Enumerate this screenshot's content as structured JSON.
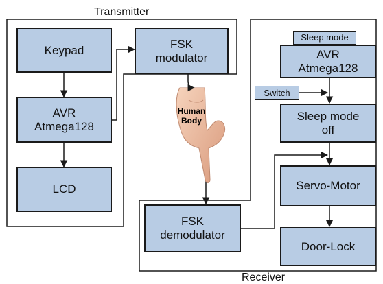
{
  "transmitter": {
    "title": "Transmitter",
    "keypad": "Keypad",
    "avr": "AVR\nAtmega128",
    "lcd": "LCD",
    "fsk_mod": "FSK\nmodulator"
  },
  "human_body": "Human\nBody",
  "receiver": {
    "title": "Receiver",
    "sleep_mode": "Sleep mode",
    "avr": "AVR\nAtmega128",
    "switch": "Switch",
    "sleep_off": "Sleep mode\noff",
    "servo": "Servo-Motor",
    "door_lock": "Door-Lock",
    "fsk_demod": "FSK\ndemodulator"
  },
  "colors": {
    "box_fill": "#b8cce4",
    "line": "#1a1a1a",
    "hand_skin": "#f0c2a5"
  }
}
